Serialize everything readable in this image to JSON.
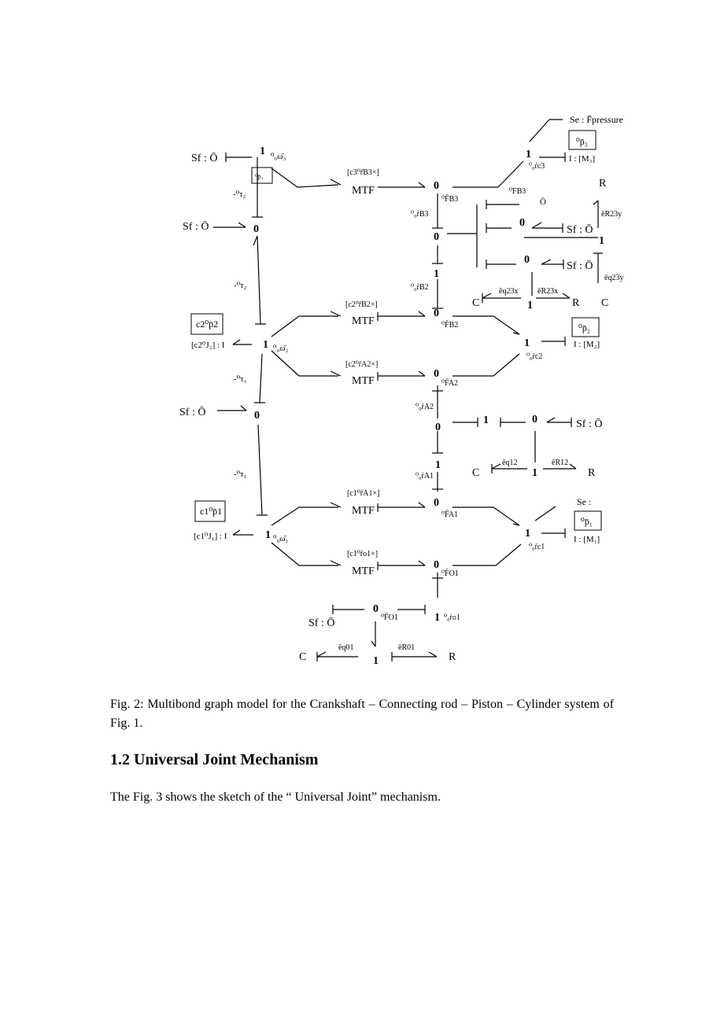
{
  "figure": {
    "labels": {
      "sf_o": "Sf : Ō",
      "se_pressure": "Se : F̄pressure",
      "one": "1",
      "zero": "0",
      "omega3": "⁰₀ω̄₃",
      "omega2": "⁰₀ω̄₂",
      "omega1": "⁰₀ω̄₁",
      "tau2": "-⁰τ₂",
      "tau1": "-⁰τ₁",
      "mtf": "MTF",
      "mod_b3": "[c3⁰r̄B3×]",
      "mod_b2": "[c2⁰r̄B2×]",
      "mod_a2": "[c2⁰r̄A2×]",
      "mod_a1": "[c1⁰r̄A1×]",
      "mod_o1": "[c1⁰r̄o1×]",
      "p3_box": "⁰p̄₃",
      "p2_box": "⁰p̄₂",
      "p1_box": "⁰p̄₁",
      "cp2": "c2⁰p̄2",
      "cp1": "c1⁰p̄1",
      "i_m3": "I : [M₃]",
      "i_m2": "I : [M₂]",
      "i_m1": "I : [M₁]",
      "j2": "[c2⁰J₂] : I",
      "j1": "[c1⁰J₁] : I",
      "F_B3": "⁰F̄B3",
      "F_B3b": "⁰FB3",
      "F_B2": "⁰F̄B2",
      "F_A2": "⁰F̄A2",
      "F_A1": "⁰F̄A1",
      "F_O1": "⁰F̄O1",
      "v_B3": "⁰₀ṙB3",
      "v_B2": "⁰₀ṙB2",
      "v_A2": "⁰₀ṙA2",
      "v_A1": "⁰₀ṙA1",
      "v_c3": "⁰₀ṙc3",
      "v_c2": "⁰₀ṙc2",
      "v_c1": "⁰₀ṙc1",
      "v_o1": "⁰₀ṙo1",
      "R": "R",
      "C": "C",
      "e_R23y": "ēR23y",
      "e_q23y": "ēq23y",
      "e_q23x": "ēq23x",
      "e_R23x": "ēR23x",
      "e_q12": "ēq12",
      "e_R12": "ēR12",
      "e_q01": "ēq01",
      "e_R01": "ēR01",
      "o_bar": "Ō",
      "se_short": "Se :"
    }
  },
  "caption": "Fig. 2: Multibond graph model for the Crankshaft – Connecting rod – Piston – Cylinder system of Fig. 1.",
  "section_heading": "1.2 Universal Joint Mechanism",
  "paragraph": "The Fig. 3 shows the sketch of the “ Universal Joint” mechanism."
}
